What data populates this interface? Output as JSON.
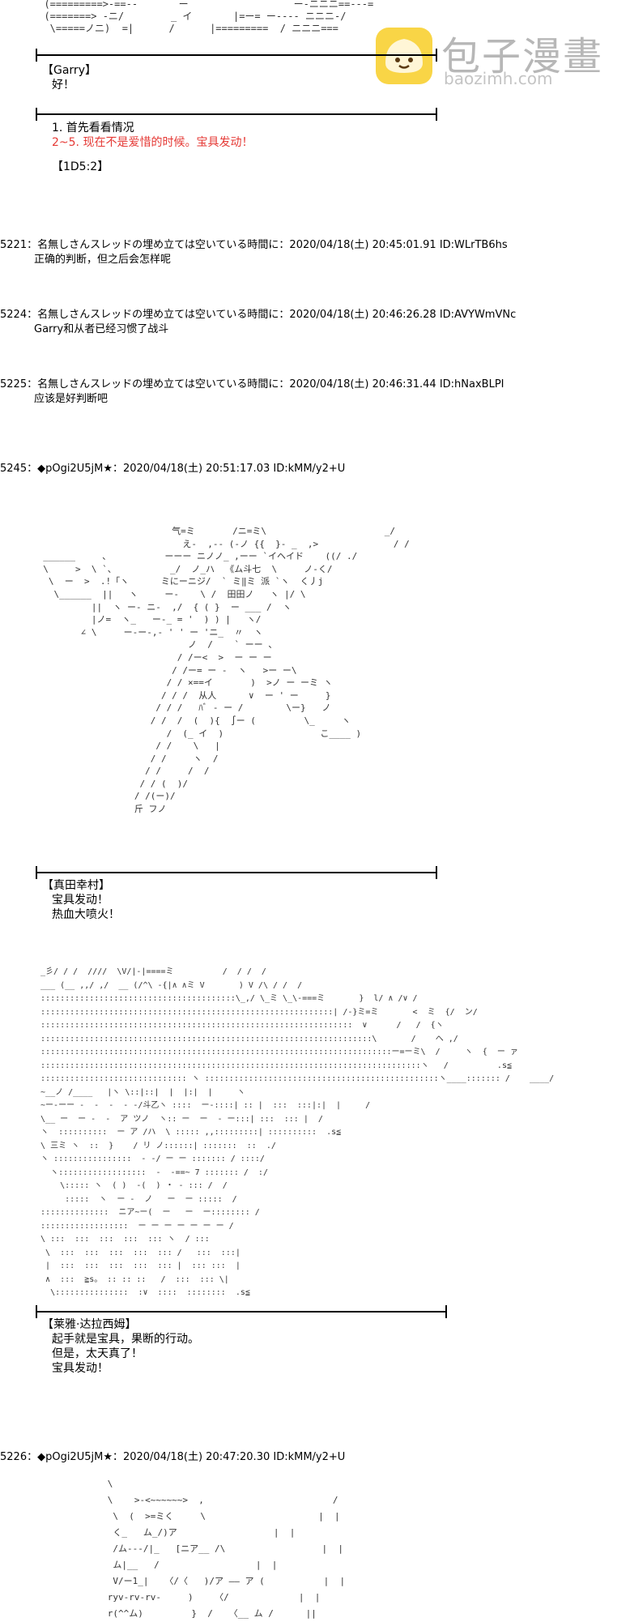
{
  "watermark": {
    "title": "包子漫畫",
    "url": "baozimh.com"
  },
  "aa_top": "  (=========>-==--       ー                  ー-ニニニ==---=\n  (=======> -ニ/        _ イ       |=ー= ー---- ニニニ-/\n   \\=====ノニ)  =|      /      |=========  / ニニニ===\n",
  "s1": {
    "speaker": "【Garry】",
    "line": "好！"
  },
  "menu": {
    "opt1": "1. 首先看看情况",
    "opt2": "2~5. 现在不是爱惜的时候。宝具发动！",
    "roll": "【1D5:2】"
  },
  "posts": [
    {
      "header": "5221：名無しさんスレッドの埋め立ては空いている時間に：2020/04/18(土) 20:45:01.91 ID:WLrTB6hs",
      "body": "正确的判断，但之后会怎样呢"
    },
    {
      "header": "5224：名無しさんスレッドの埋め立ては空いている時間に：2020/04/18(土) 20:46:26.28 ID:AVYWmVNc",
      "body": "Garry和从者已经习惯了战斗"
    },
    {
      "header": "5225：名無しさんスレッドの埋め立ては空いている時間に：2020/04/18(土) 20:46:31.44 ID:hNaxBLPI",
      "body": "应该是好判断吧"
    }
  ],
  "post5245": {
    "header": "5245：◆pOgi2U5jM★：2020/04/18(土) 20:51:17.03 ID:kMM/y2+U"
  },
  "aa_sanada": "                          气=ミ       /ニ=ミ\\                      _/\n                            え-  ,-- (-ノ {{  }- _  ,>              / /\n  ______     、          ーーー ニノノ_ ,ーー `イヘイド    ((/ ./\n  \\     >  \\ `、          _/  ノ_ハ  《ム斗七  \\     ノ-く/\n   \\  ー  >  .!「ヽ      ミにーニジ/  ` ミ‖ミ 派 `ヽ  く丿j\n    \\______  ||   ヽ     ー‐    \\ /  田田ノ   ヽ |/ \\\n           ||  ヽ ー‐ ニ-  ,/  { ( }  ー ___ /  ヽ\n           |ノ=  ヽ_   ー‐_ = '  ) ) |   ヽ/\n         ∠ \\     ー-ー-,- ' ' ー 'ニ_  〃  ヽ\n                             ノ  /    ` ーー 、\n                           / /ー<  >  ー ー ー\n                          / /ー= ー ‐  ヽ   >ー ー\\\n                         / / ×==イ       )  >ノ ー ーミ ヽ\n                        / / /  从人      ∨  ー ' ー     }\n                       / / /   ﾊﾞ ‐ ー /        \\ー}   ノ\n                      / /  /  (  ){  ∫ー (         \\_     ヽ\n                         /  (_ イ  )                  こ____ )\n                       / /    \\   |\n                      / /     ヽ  /\n                     / /     /  /\n                    / / (  )/\n                   / /(ー)/\n                   斤 フノ",
  "s2": {
    "speaker": "【真田幸村】",
    "line1": "宝具发动！",
    "line2": "热血大喷火！"
  },
  "aa_medea": "  _彡/ / /  ////  \\V/|-|====ミ          /  / /  /\n  ___ (__ ,,/ ,/  __ (/^\\ ‐{|∧ ∧ミ V       ) V /\\ / /  /\n  ::::::::::::::::::::::::::::::::::::::::\\_,/ \\_ミ \\_\\-===ミ       }  l/ ∧ /∨ /\n  ::::::::::::::::::::::::::::::::::::::::::::::::::::::::::::| /-}ミ=ミ       <  ミ  {/  ン/\n  ::::::::::::::::::::::::::::::::::::::::::::::::::::::::::::::::  ∨      /   /  {ヽ\n  ::::::::::::::::::::::::::::::::::::::::::::::::::::::::::::::::::::\\       /    へ ,/\n  ::::::::::::::::::::::::::::::::::::::::::::::::::::::::::::::::::::::::ー=ーミ\\  /     ヽ  {  ー ァ\n  ::::::::::::::::::::::::::::::::::::::::::::::::::::::::::::::::::::::::::::::ヽ   /          .s≦\n  :::::::::::::::::::::::::::::: ヽ ::::::::::::::::::::::::::::::::::::::::::::::::ヽ____::::::: /    ____/\n  ~__ノ /____   |ヽ \\::|::|  |  |:|  |     ヽ\n  ~ー-ーー -  ‐  -  - ‐/斗乙ヽ ::::  ー‐::::| :: |  :::  :::|:|  |     /\n  \\__ ー  ー ‐  ‐  ア ツノ  ヽ:: ー  ー  ‐ ー:::| :::  ::: |  /\n  ヽ  ::::::::::  ー ア /ハ  \\ ::::: ,,:::::::::| ::::::::::  .s≦\n  \\ 三ミ ヽ  ::  }    / リ ノ::::::| :::::::  ::  ./\n  ヽ ::::::::::::::::  ‐ ‐/ ー ー ::::::: / ::::/\n    ヽ::::::::::::::::::  ‐  -==~ 7 ::::::: /  :/\n      \\::::: ヽ  ( )  ‐(  ) ・ ‐ ::: /  /\n       :::::  ヽ  ー -  ノ   ー  ー :::::  /\n  ::::::::::::::  ニア~ー(  ー   ー  ー:::::::: /\n  ::::::::::::::::::  ー ー ー ー ー ー ー /\n  \\ :::  :::  :::  :::  ::: ヽ  / :::\n   \\  :::  :::  :::  :::  ::: /   :::  :::|\n   |  :::  :::  :::  :::  ::: |  ::: :::  |\n   ∧  :::  ≧s。 :: :: ::   /  :::  ::: \\|\n    \\:::::::::::::::  :∨  ::::  ::::::::  .s≦",
  "s3": {
    "speaker": "【莱雅·达拉西姆】",
    "line1": "起手就是宝具，果断的行动。",
    "line2": "但是，太天真了！",
    "line3": "宝具发动！"
  },
  "post5226": {
    "header": "5226：◆pOgi2U5jM★：2020/04/18(土) 20:47:20.30 ID:kMM/y2+U"
  },
  "aa_bottom": "              \\\n              \\    >-<~~~~~~>  ,                        /\n               \\  (  >=ミく     \\                     |  |\n               く_   ム_/)ア                  |  |\n               /ム---/|_   [ニア__ /\\                  |  |\n               ム|__   /                  |  |\n               V/ー1_|   〈/〈   )/ア ―― ア (           |  |\n              ryv-rv-rv-     )    〈/             |  |\n              r(^^ム)         }  /   〈__ ム /      ||"
}
